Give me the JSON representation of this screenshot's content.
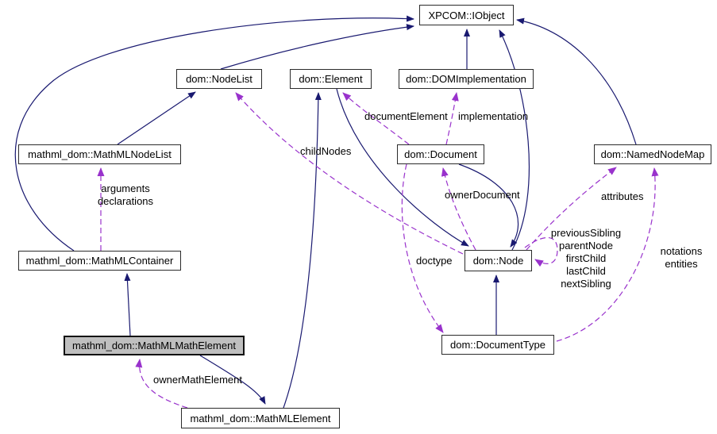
{
  "diagram_type": "doxygen-collaboration-diagram",
  "colors": {
    "inheritance_edge": "#191970",
    "usage_edge": "#9932cc",
    "node_fill": "#ffffff",
    "selected_node_fill": "#bfbfbf",
    "node_border": "#2b2b2b",
    "text": "#000000"
  },
  "nodes": {
    "iobject": "XPCOM::IObject",
    "nodelist": "dom::NodeList",
    "element": "dom::Element",
    "domimpl": "dom::DOMImplementation",
    "mathmlnodelist": "mathml_dom::MathMLNodeList",
    "document": "dom::Document",
    "namednodemap": "dom::NamedNodeMap",
    "container": "mathml_dom::MathMLContainer",
    "node": "dom::Node",
    "mathmathelement": "mathml_dom::MathMLMathElement",
    "documenttype": "dom::DocumentType",
    "mathmlelement": "mathml_dom::MathMLElement"
  },
  "edge_labels": {
    "child_nodes": "childNodes",
    "document_element": "documentElement",
    "implementation": "implementation",
    "owner_document": "ownerDocument",
    "attributes": "attributes",
    "arguments": "arguments",
    "declarations": "declarations",
    "previous_sibling": "previousSibling",
    "parent_node": "parentNode",
    "first_child": "firstChild",
    "last_child": "lastChild",
    "next_sibling": "nextSibling",
    "doctype": "doctype",
    "notations": "notations",
    "entities": "entities",
    "owner_math_element": "ownerMathElement"
  },
  "relationships": [
    {
      "from": "mathml_dom::MathMLMathElement",
      "to": "mathml_dom::MathMLContainer",
      "type": "inheritance"
    },
    {
      "from": "mathml_dom::MathMLMathElement",
      "to": "mathml_dom::MathMLElement",
      "type": "inheritance"
    },
    {
      "from": "mathml_dom::MathMLContainer",
      "to": "XPCOM::IObject",
      "type": "inheritance"
    },
    {
      "from": "mathml_dom::MathMLNodeList",
      "to": "dom::NodeList",
      "type": "inheritance"
    },
    {
      "from": "dom::NodeList",
      "to": "XPCOM::IObject",
      "type": "inheritance"
    },
    {
      "from": "dom::DOMImplementation",
      "to": "XPCOM::IObject",
      "type": "inheritance"
    },
    {
      "from": "dom::Node",
      "to": "XPCOM::IObject",
      "type": "inheritance"
    },
    {
      "from": "dom::NamedNodeMap",
      "to": "XPCOM::IObject",
      "type": "inheritance"
    },
    {
      "from": "dom::Element",
      "to": "dom::Node",
      "type": "inheritance"
    },
    {
      "from": "dom::Document",
      "to": "dom::Node",
      "type": "inheritance"
    },
    {
      "from": "dom::DocumentType",
      "to": "dom::Node",
      "type": "inheritance"
    },
    {
      "from": "mathml_dom::MathMLElement",
      "to": "dom::Element",
      "type": "inheritance"
    },
    {
      "from": "mathml_dom::MathMLContainer",
      "to": "mathml_dom::MathMLNodeList",
      "type": "usage",
      "label": "arguments declarations"
    },
    {
      "from": "dom::Node",
      "to": "dom::NodeList",
      "type": "usage",
      "label": "childNodes"
    },
    {
      "from": "dom::Document",
      "to": "dom::Element",
      "type": "usage",
      "label": "documentElement"
    },
    {
      "from": "dom::Document",
      "to": "dom::DOMImplementation",
      "type": "usage",
      "label": "implementation"
    },
    {
      "from": "dom::Node",
      "to": "dom::Document",
      "type": "usage",
      "label": "ownerDocument"
    },
    {
      "from": "dom::Node",
      "to": "dom::NamedNodeMap",
      "type": "usage",
      "label": "attributes"
    },
    {
      "from": "dom::DocumentType",
      "to": "dom::NamedNodeMap",
      "type": "usage",
      "label": "notations entities"
    },
    {
      "from": "dom::Node",
      "to": "dom::Node",
      "type": "usage",
      "label": "previousSibling parentNode firstChild lastChild nextSibling"
    },
    {
      "from": "dom::Document",
      "to": "dom::DocumentType",
      "type": "usage",
      "label": "doctype"
    },
    {
      "from": "mathml_dom::MathMLElement",
      "to": "mathml_dom::MathMLMathElement",
      "type": "usage",
      "label": "ownerMathElement"
    }
  ]
}
